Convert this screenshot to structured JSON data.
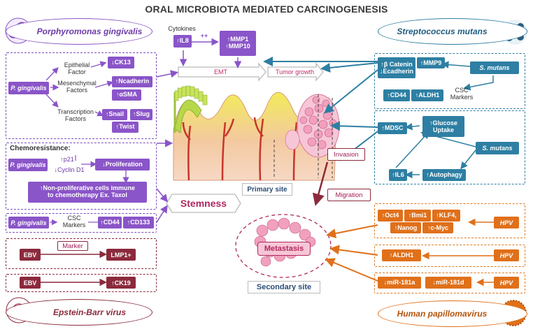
{
  "title": "ORAL MICROBIOTA MEDIATED CARCINOGENESIS",
  "pathogens": {
    "pg": "Porphyromonas gingivalis",
    "sm": "Streptococcus mutans",
    "ebv": "Epstein-Barr virus",
    "hpv": "Human papillomavirus"
  },
  "top": {
    "cytokines": "Cytokines",
    "il8": "↑IL8",
    "mmp": "↑MMP1\n↑MMP10",
    "plus": "++",
    "emt": "EMT",
    "tumor_growth": "Tumor growth"
  },
  "pg_panel": {
    "agent": "P. gingivalis",
    "epithelial": "Epithelial\nFactor",
    "ck13": "↓CK13",
    "mesenchymal": "Mesenchymal\nFactors",
    "ncad": "↑Ncadherin",
    "asma": "↑αSMA",
    "transcription": "Transcription\nFactors",
    "snail": "↑Snail",
    "slug": "↑Slug",
    "twist": "↑Twist"
  },
  "chemo": {
    "header": "Chemoresistance:",
    "agent": "P. gingivalis",
    "p21": "↑p21",
    "cyclin": "↓Cyclin D1",
    "prolif": "↓Proliferation",
    "nonprolif": "↑Non-proliferative cells immune\nto chemotherapy Ex. Taxol"
  },
  "csc_pg": {
    "agent": "P. gingivalis",
    "label": "CSC\nMarkers",
    "cd44": "↑CD44",
    "cd133": "↑CD133"
  },
  "stemness": "Stemness",
  "ebv1": {
    "agent": "EBV",
    "marker": "Marker",
    "lmp": "LMP1+"
  },
  "ebv2": {
    "agent": "EBV",
    "ck19": "↑CK19"
  },
  "sm_panel": {
    "bcat": "↑β Catenin\n↓Ecadherin",
    "mmp9": "↑MMP9",
    "agent": "S. mutans",
    "cd44": "↑CD44",
    "aldh1": "↑ALDH1",
    "csc": "CSC\nMarkers"
  },
  "sm_panel2": {
    "mdsc": "↑MDSC",
    "glucose": "↑Glucose\nUptake",
    "agent": "S. mutans",
    "il6": "↑IL6",
    "autophagy": "↑Autophagy"
  },
  "sites": {
    "invasion": "Invasion",
    "primary": "Primary site",
    "migration": "Migration",
    "metastasis": "Metastasis",
    "secondary": "Secondary site"
  },
  "hpv1": {
    "oct4": "↑Oct4",
    "bmi1": "↑Bmi1",
    "klf4": "↑KLF4,",
    "nanog": "↑Nanog",
    "cmyc": "↑c-Myc",
    "agent": "HPV"
  },
  "hpv2": {
    "aldh1": "↑ALDH1",
    "agent": "HPV"
  },
  "hpv3": {
    "mir181a": "↓miR-181a",
    "mir181d": "↓miR-181d",
    "agent": "HPV"
  },
  "colors": {
    "purple": "#8a55c8",
    "maroon": "#8b2a3c",
    "blue": "#2e7fa3",
    "orange": "#e0701a",
    "pink": "#c02a6a"
  }
}
